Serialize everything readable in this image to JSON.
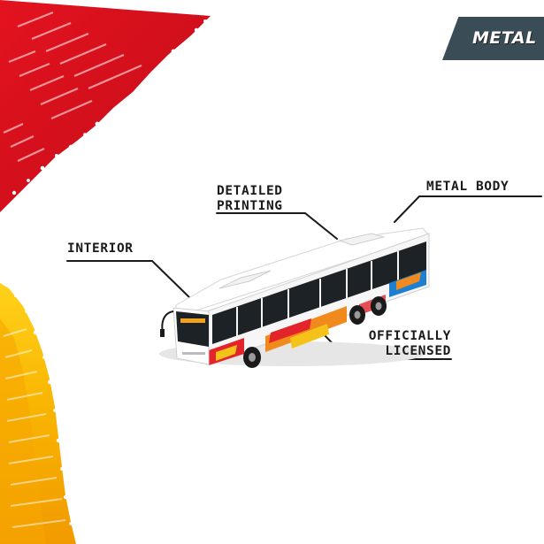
{
  "badge": {
    "label": "METAL"
  },
  "callouts": {
    "detailed": {
      "line1": "DETAILED",
      "line2": "PRINTING"
    },
    "metal_body": {
      "line1": "METAL BODY"
    },
    "interior": {
      "line1": "INTERIOR"
    },
    "licensed": {
      "line1": "OFFICIALLY",
      "line2": "LICENSED"
    }
  },
  "colors": {
    "accent_red": "#d9101e",
    "accent_yellow": "#f7b400",
    "badge_bg": "#3a4c56",
    "bus_body": "#f6f6f6",
    "bus_window": "#1d2226"
  },
  "icons": [
    "tire-track-red-icon",
    "tire-track-yellow-icon",
    "toy-bus-icon"
  ]
}
